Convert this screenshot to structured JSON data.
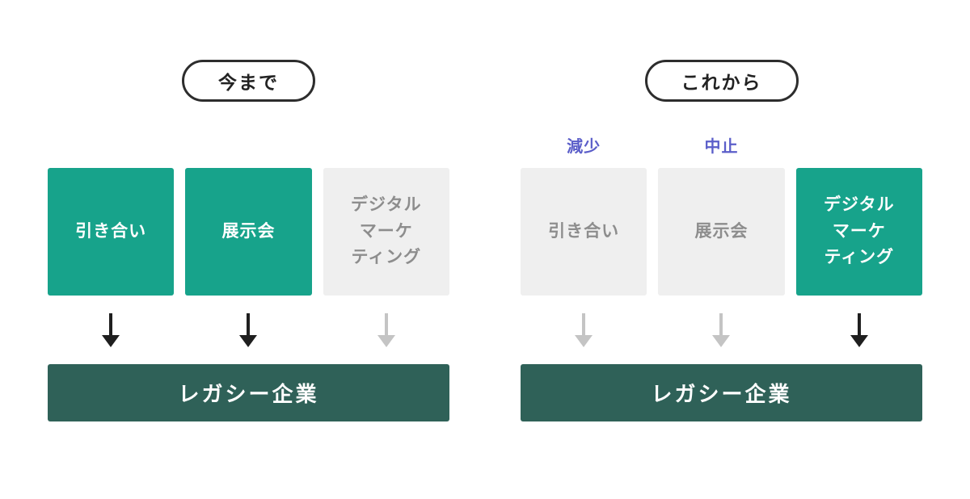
{
  "colors": {
    "teal": "#17a38b",
    "dark_teal": "#2f6158",
    "light_gray": "#efefef",
    "gray_text": "#8d8d8d",
    "purple": "#5b5ec9",
    "black_arrow": "#1f1f1f",
    "gray_arrow": "#c4c4c4",
    "pill_border": "#2d2d2d"
  },
  "panels": [
    {
      "title": "今まで",
      "boxes": [
        {
          "label": "引き合い",
          "state": "active",
          "arrow": "black",
          "tag": ""
        },
        {
          "label": "展示会",
          "state": "active",
          "arrow": "black",
          "tag": ""
        },
        {
          "label": "デジタル\nマーケ\nティング",
          "state": "inactive",
          "arrow": "gray",
          "tag": ""
        }
      ],
      "bottom": "レガシー企業"
    },
    {
      "title": "これから",
      "boxes": [
        {
          "label": "引き合い",
          "state": "inactive",
          "arrow": "gray",
          "tag": "減少"
        },
        {
          "label": "展示会",
          "state": "inactive",
          "arrow": "gray",
          "tag": "中止"
        },
        {
          "label": "デジタル\nマーケ\nティング",
          "state": "active",
          "arrow": "black",
          "tag": ""
        }
      ],
      "bottom": "レガシー企業"
    }
  ]
}
